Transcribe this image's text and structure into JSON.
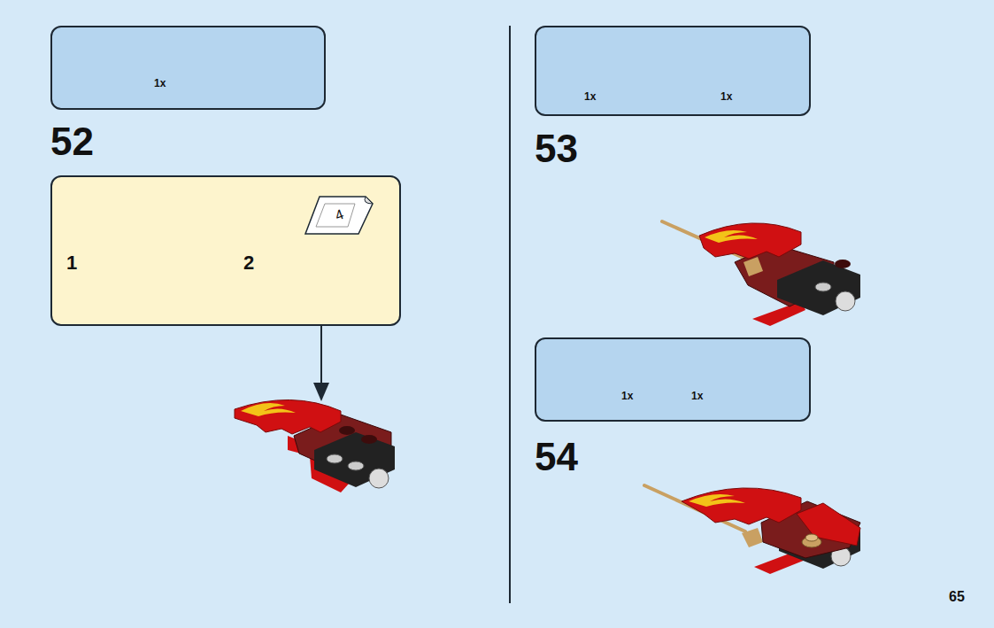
{
  "diagram": {
    "nodes": [
      {
        "text": [
          "1x"
        ]
      },
      {
        "text": [
          "1",
          "2"
        ]
      },
      {
        "text": [
          "4"
        ],
        "in": 1
      },
      {
        "text": [
          "1x",
          "1x"
        ]
      },
      {
        "text": [
          "1x",
          "1x"
        ]
      }
    ],
    "labels": [
      "52",
      "53",
      "54",
      "65"
    ]
  }
}
